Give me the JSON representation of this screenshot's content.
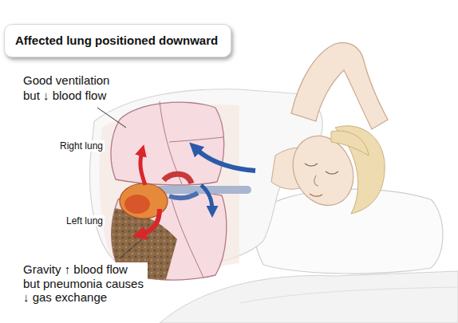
{
  "diagram": {
    "title": "Affected lung positioned downward",
    "labels": [
      "Good ventilation but ↓ blood flow",
      "Right lung",
      "Left lung",
      "Gravity ↑ blood flow but pneumonia causes ↓ gas exchange"
    ]
  }
}
